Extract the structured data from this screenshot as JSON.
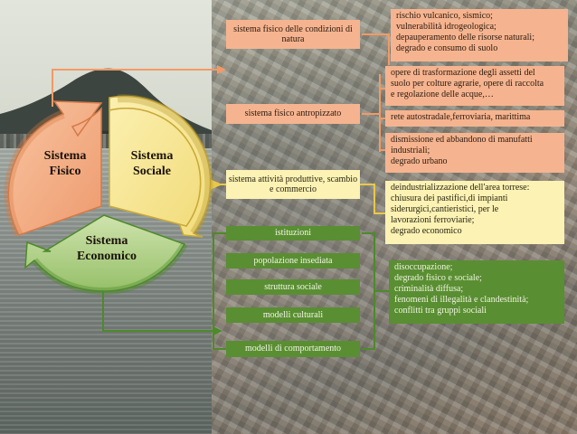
{
  "cycle": {
    "fisico": [
      "Sistema",
      "Fisico"
    ],
    "sociale": [
      "Sistema",
      "Sociale"
    ],
    "economico": [
      "Sistema",
      "Economico"
    ]
  },
  "systems": [
    {
      "label": "sistema fisico delle condizioni di natura"
    },
    {
      "label": "sistema fisico antropizzato"
    },
    {
      "label": "sistema attività produttive, scambio e commercio"
    }
  ],
  "green_items": [
    {
      "label": "istituzioni"
    },
    {
      "label": "popolazione insediata"
    },
    {
      "label": "struttura sociale"
    },
    {
      "label": "modelli culturali"
    },
    {
      "label": "modelli di comportamento"
    }
  ],
  "descriptions": {
    "natural": [
      "rischio vulcanico, sismico;",
      "vulnerabilità idrogeologica;",
      "depauperamento delle risorse naturali;",
      "degrado e consumo di suolo"
    ],
    "anthro_works": [
      "opere di trasformazione degli assetti del",
      "suolo per colture agrarie, opere di raccolta",
      "e regolazione delle acque,…"
    ],
    "network": [
      "rete autostradale,ferroviaria, marittima"
    ],
    "dismissal": [
      "dismissione ed abbandono di manufatti",
      "industriali;",
      "degrado urbano"
    ],
    "deindustrial": [
      "deindustrializzazione dell'area torrese:",
      "chiusura dei pastifici,di impianti",
      "siderurgici,cantieristici, per le",
      "lavorazioni ferroviarie;",
      "degrado economico"
    ],
    "social": [
      "disoccupazione;",
      "degrado fisico e sociale;",
      "criminalità diffusa;",
      "fenomeni di illegalità e clandestinità;",
      "conflitti tra gruppi sociali"
    ]
  },
  "colors": {
    "salmon": "#f5b48f",
    "cream": "#fbf2b4",
    "green": "#5a8e32",
    "connector_salmon": "#f29a66",
    "connector_cream": "#e8c84a",
    "connector_green": "#4d8a2a"
  }
}
